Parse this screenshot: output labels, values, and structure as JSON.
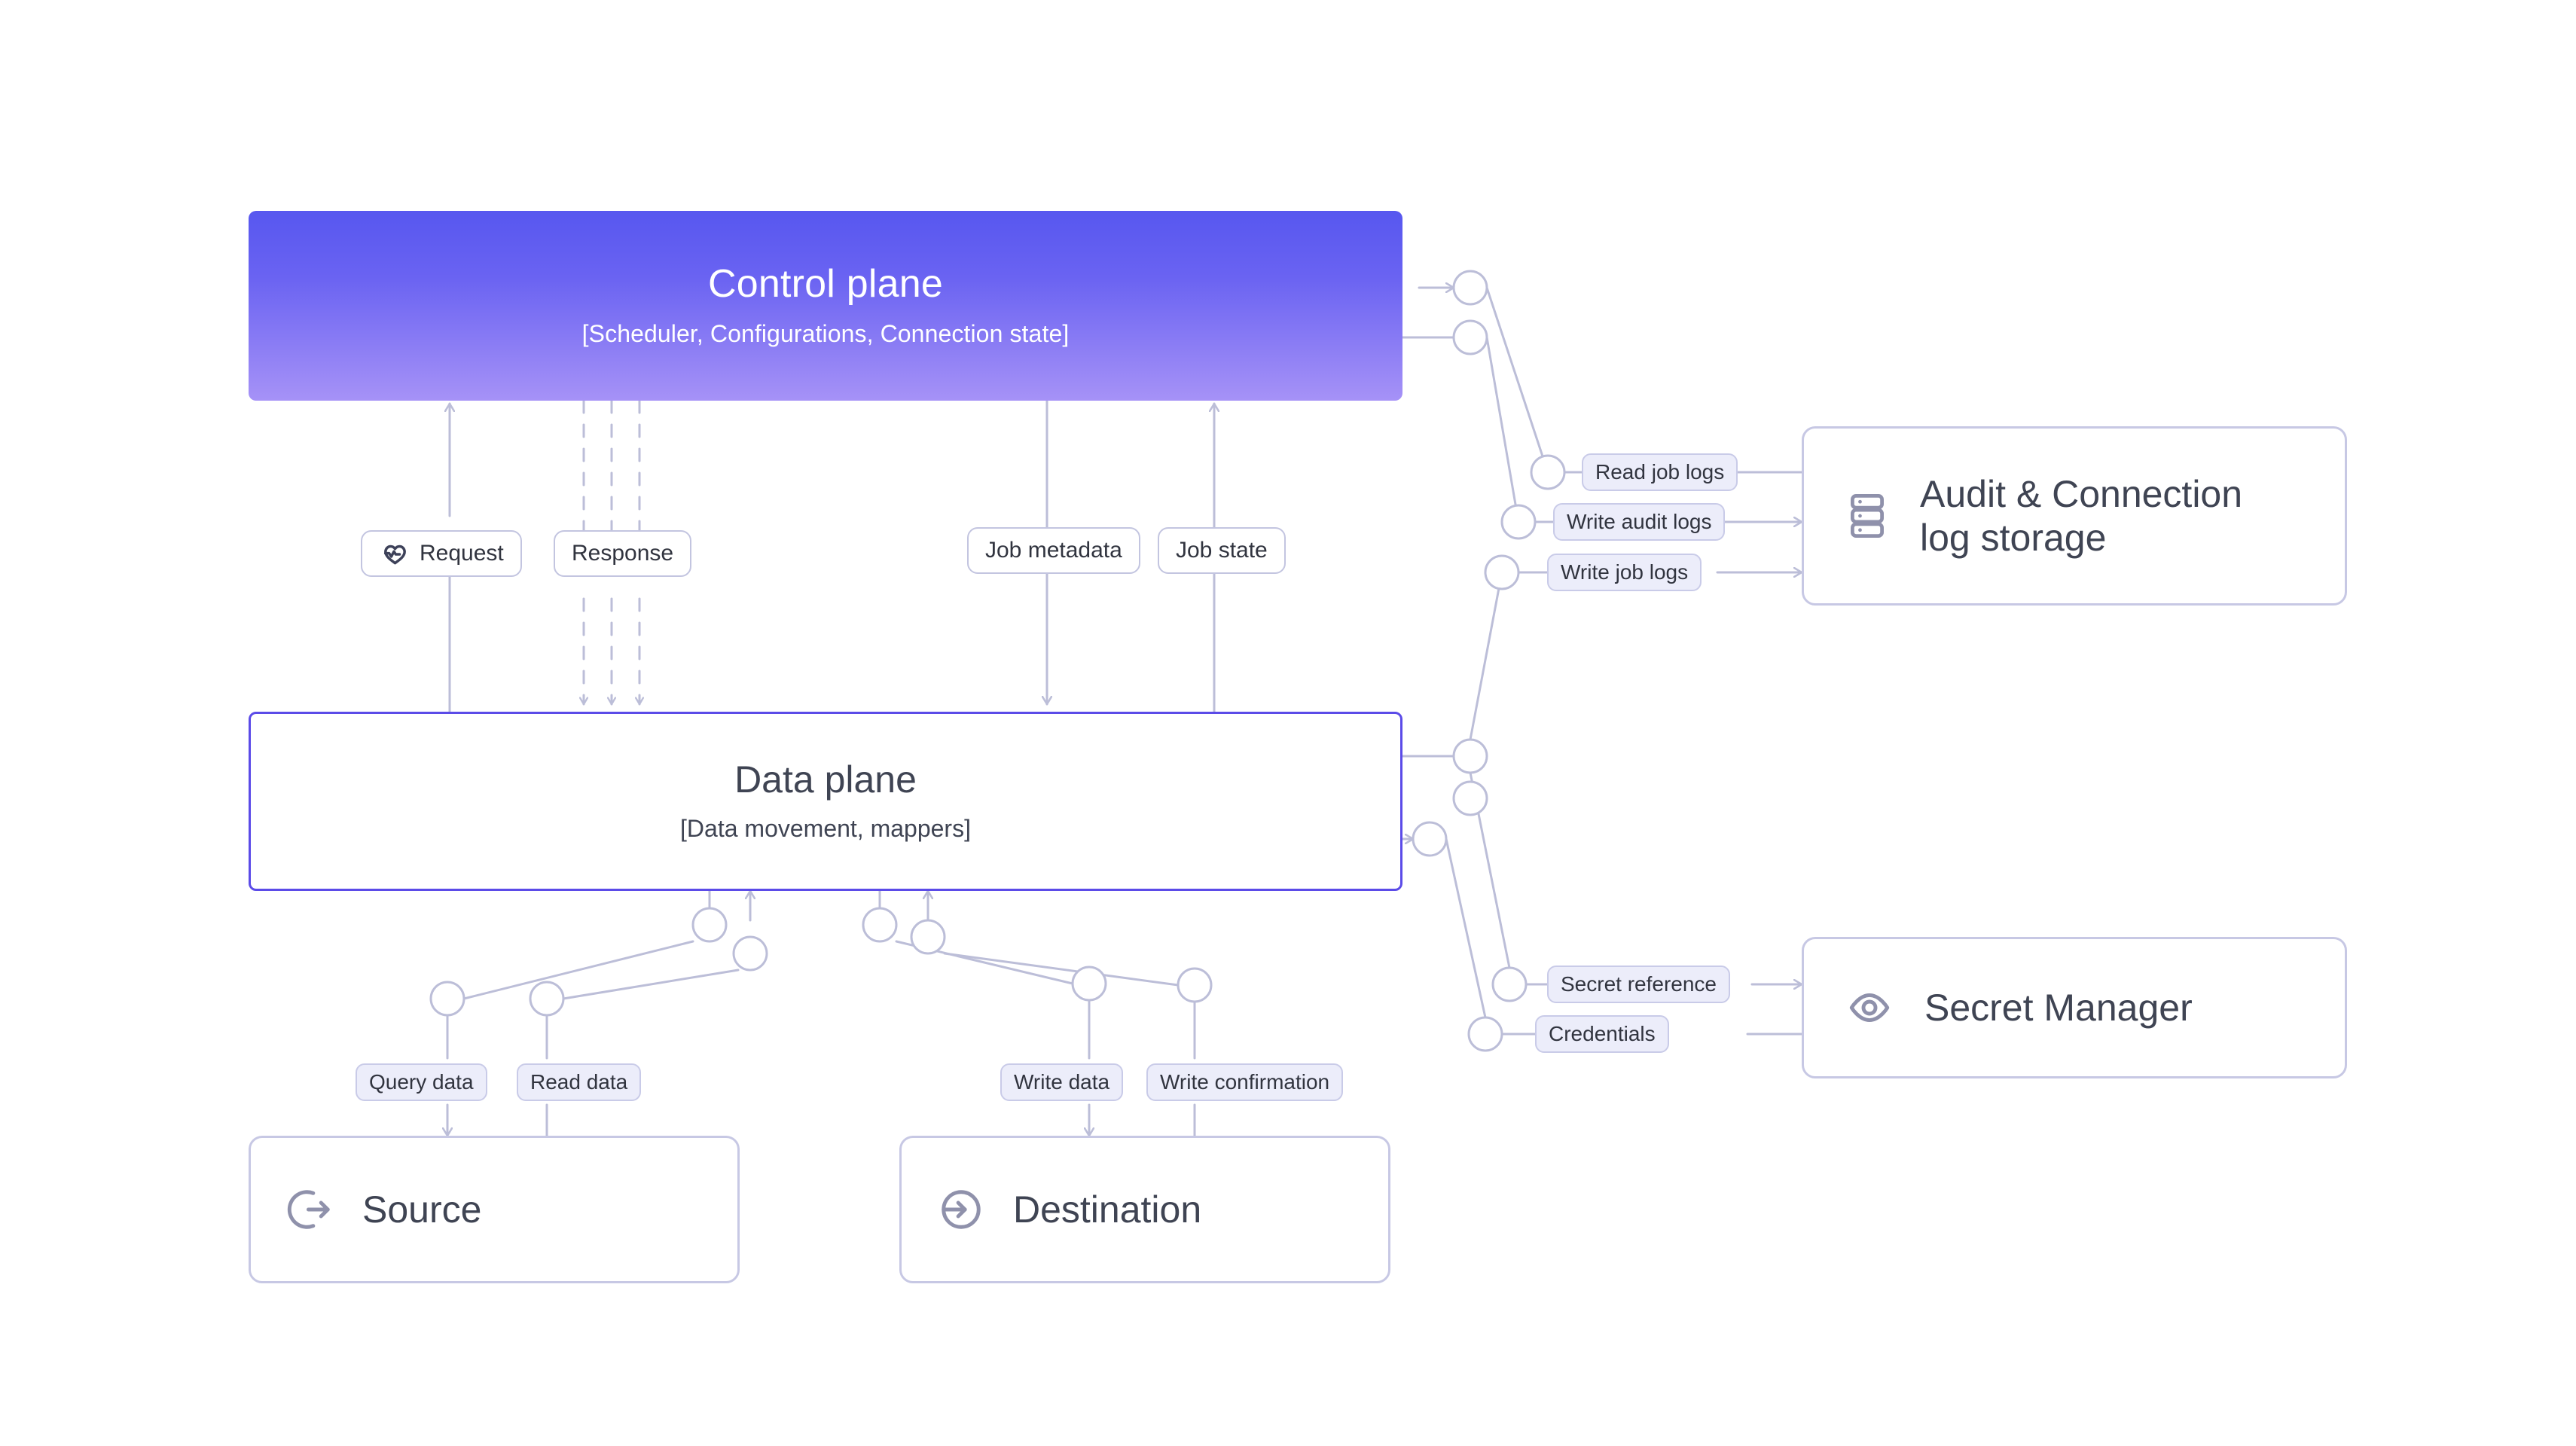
{
  "diagram": {
    "title": "Control plane / Data plane architecture",
    "background": "#ffffff",
    "colors": {
      "control_plane_gradient_start": "#5757ef",
      "control_plane_gradient_end": "#a692f7",
      "data_plane_border": "#5b4be8",
      "card_border": "#c7c8e4",
      "edge_line": "#bcbed8",
      "label_lavender_fill": "#ecedfa",
      "label_lavender_border": "#c9cbe8",
      "label_plain_fill": "#ffffff",
      "label_plain_border": "#c3c5e0",
      "text_dark": "#3f4453",
      "text_on_gradient": "#ffffff",
      "icon_navy": "#3d4159",
      "icon_gray": "#8f91ab"
    }
  },
  "nodes": {
    "control_plane": {
      "title": "Control plane",
      "subtitle": "[Scheduler, Configurations, Connection state]"
    },
    "data_plane": {
      "title": "Data plane",
      "subtitle": "[Data movement, mappers]"
    },
    "source": {
      "label": "Source",
      "icon": "log-out-circle-icon"
    },
    "destination": {
      "label": "Destination",
      "icon": "log-in-circle-icon"
    },
    "audit_storage": {
      "label_line1": "Audit & Connection",
      "label_line2": "log storage",
      "icon": "server-stack-icon"
    },
    "secret_manager": {
      "label": "Secret Manager",
      "icon": "eye-icon"
    }
  },
  "edge_labels": {
    "request": {
      "text": "Request",
      "icon": "heart-pulse-icon",
      "style": "plain"
    },
    "response": {
      "text": "Response",
      "style": "plain"
    },
    "job_metadata": {
      "text": "Job metadata",
      "style": "plain"
    },
    "job_state": {
      "text": "Job state",
      "style": "plain"
    },
    "read_job_logs": {
      "text": "Read job logs",
      "style": "lavender"
    },
    "write_audit_logs": {
      "text": "Write audit logs",
      "style": "lavender"
    },
    "write_job_logs": {
      "text": "Write job logs",
      "style": "lavender"
    },
    "secret_reference": {
      "text": "Secret reference",
      "style": "lavender"
    },
    "credentials": {
      "text": "Credentials",
      "style": "lavender"
    },
    "query_data": {
      "text": "Query data",
      "style": "lavender"
    },
    "read_data": {
      "text": "Read data",
      "style": "lavender"
    },
    "write_data": {
      "text": "Write data",
      "style": "lavender"
    },
    "write_confirmation": {
      "text": "Write confirmation",
      "style": "lavender"
    }
  }
}
